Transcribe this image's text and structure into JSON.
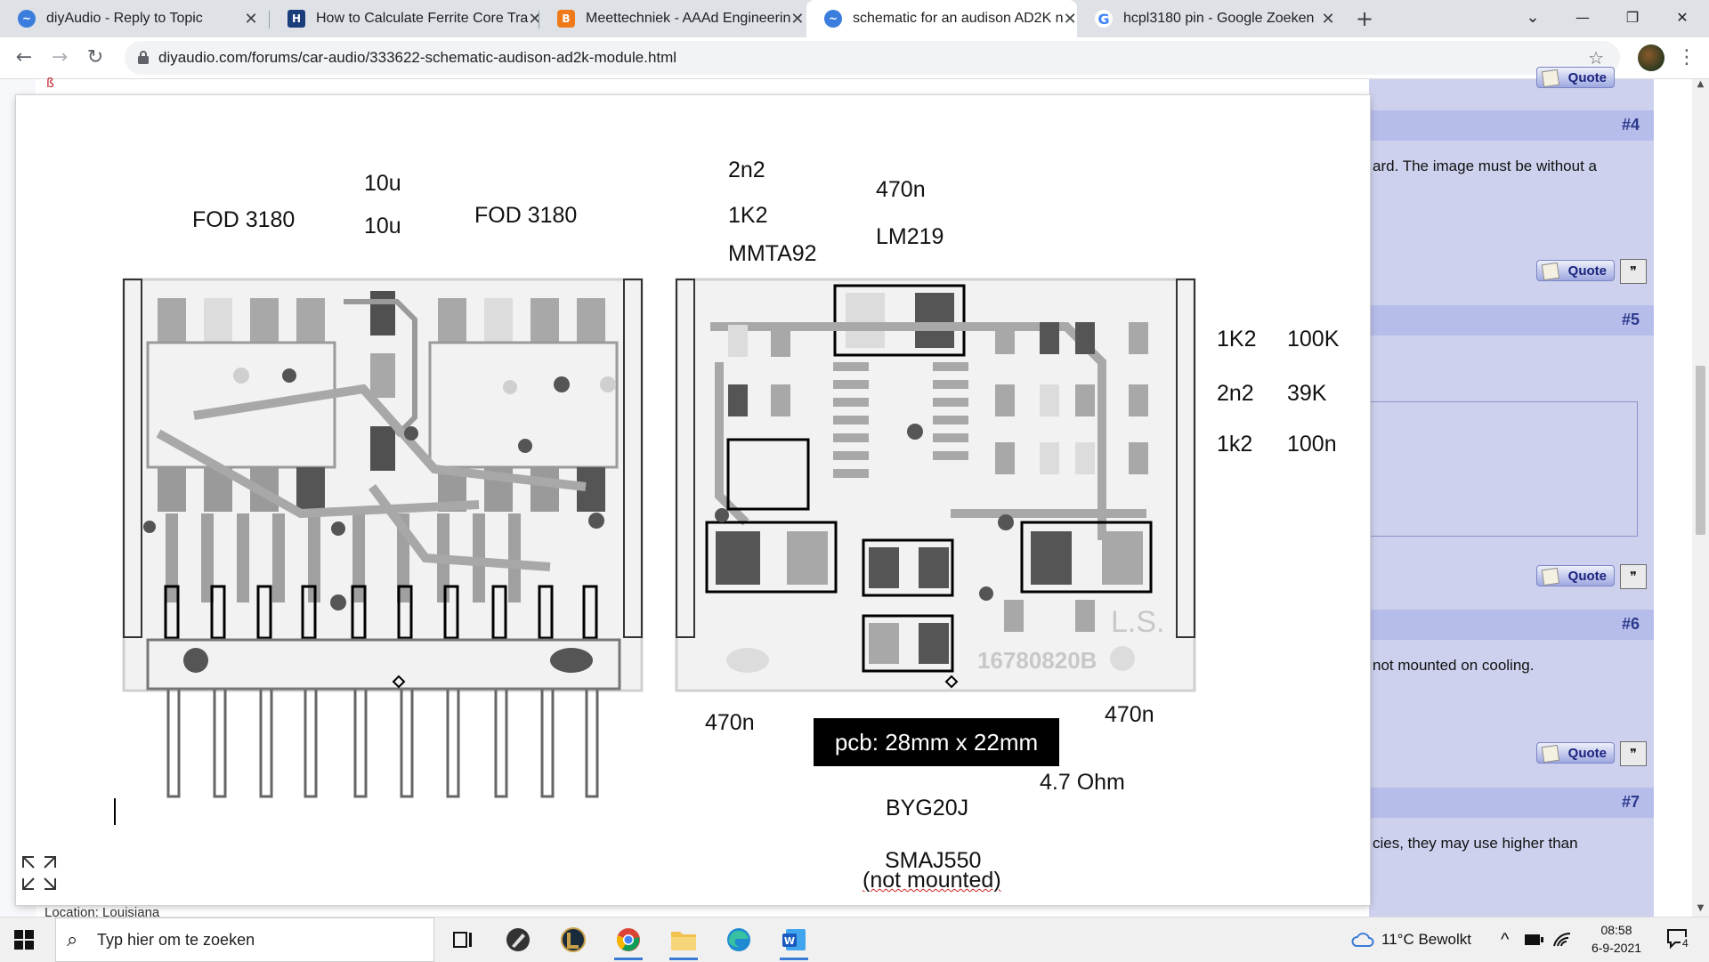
{
  "browser": {
    "tabs": [
      {
        "title": "diyAudio - Reply to Topic",
        "favicon": "diyaudio-icon",
        "favicon_color": "#3b7ddd",
        "active": false
      },
      {
        "title": "How to Calculate Ferrite Core Tra",
        "favicon": "h-icon",
        "favicon_color": "#1a3d7c",
        "active": false
      },
      {
        "title": "Meettechniek - AAAd Engineerin",
        "favicon": "blogger-icon",
        "favicon_color": "#f07a1a",
        "active": false
      },
      {
        "title": "schematic for an audison AD2K n",
        "favicon": "diyaudio-icon",
        "favicon_color": "#3b7ddd",
        "active": true
      },
      {
        "title": "hcpl3180 pin - Google Zoeken",
        "favicon": "google-icon",
        "favicon_color": "#4285f4",
        "active": false
      }
    ],
    "new_tab": "+",
    "close_glyph": "✕",
    "window": {
      "dropdown": "⌄",
      "minimize": "—",
      "restore": "❐",
      "close": "✕"
    },
    "nav": {
      "back": "←",
      "forward": "→",
      "reload": "↻"
    },
    "url": "diyaudio.com/forums/car-audio/333622-schematic-audison-ad2k-module.html",
    "bookmark_glyph": "☆",
    "menu_glyph": "⋮"
  },
  "forum": {
    "logo_glyph": "ß",
    "posts": [
      {
        "number": "#4",
        "snippet": "ard. The image must be without a"
      },
      {
        "number": "#5",
        "snippet": ""
      },
      {
        "number": "#6",
        "snippet": "not mounted on cooling."
      },
      {
        "number": "#7",
        "snippet": "cies, they may use higher than"
      }
    ],
    "quote_label": "Quote",
    "multiquote_glyph": "❞",
    "location": "Location: Louisiana",
    "accent_color": "#2d3a8c"
  },
  "image": {
    "labels": {
      "fod_left": "FOD 3180",
      "fod_right": "FOD 3180",
      "cap_top1": "10u",
      "cap_top2": "10u",
      "val_2n2_top": "2n2",
      "val_1k2_top": "1K2",
      "val_mmta": "MMTA92",
      "val_470n_top": "470n",
      "val_lm219": "LM219",
      "r_1k2_a": "1K2",
      "r_100k": "100K",
      "r_2n2": "2n2",
      "r_39k": "39K",
      "r_1k2_b": "1k2",
      "r_100n": "100n",
      "bottom_470n_left": "470n",
      "bottom_470n_right": "470n",
      "pcb_size": "pcb:  28mm x 22mm",
      "resistor_47": "4.7 Ohm",
      "diode": "BYG20J",
      "tvs": "SMAJ550",
      "tvs_note": "(not mounted)",
      "pcb_initials": "L.S.",
      "pcb_number": "16780820B"
    }
  },
  "taskbar": {
    "search_placeholder": "Typ hier om te zoeken",
    "search_glyph": "⌕",
    "weather": "11°C  Bewolkt",
    "time": "08:58",
    "date": "6-9-2021",
    "notifications": "4",
    "tray_up": "^"
  }
}
